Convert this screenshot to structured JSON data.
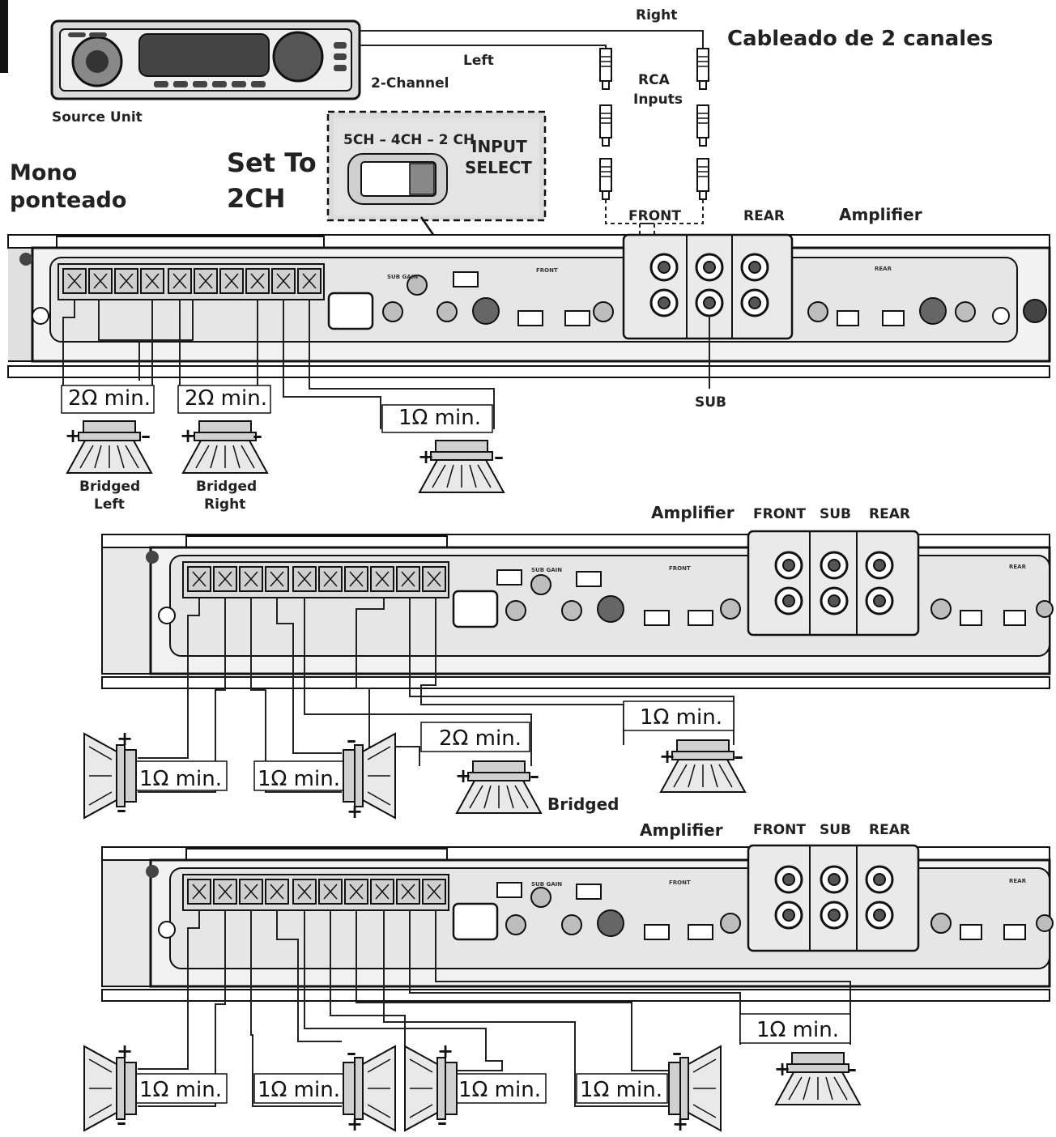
{
  "title": "Cableado de 2 canales",
  "source_unit": "Source Unit",
  "channel_mode": "2-Channel",
  "left_label": "Left",
  "right_label": "Right",
  "rca_inputs": "RCA\nInputs",
  "mono_label": "Mono\nponteado",
  "set_to": "Set To\n2CH",
  "switch_positions": "5CH – 4CH – 2 CH",
  "input_select": "INPUT\nSELECT",
  "amplifier": "Amplifier",
  "front": "FRONT",
  "rear": "REAR",
  "sub": "SUB",
  "diagram1": {
    "loads": [
      {
        "label": "2Ω min.",
        "caption": "Bridged\nLeft"
      },
      {
        "label": "2Ω min.",
        "caption": "Bridged\nRight"
      },
      {
        "label": "1Ω min.",
        "caption": ""
      }
    ]
  },
  "diagram2": {
    "loads": [
      {
        "label": "1Ω min."
      },
      {
        "label": "1Ω min."
      },
      {
        "label": "2Ω min.",
        "caption": "Bridged"
      },
      {
        "label": "1Ω min."
      }
    ]
  },
  "diagram3": {
    "loads": [
      {
        "label": "1Ω min."
      },
      {
        "label": "1Ω min."
      },
      {
        "label": "1Ω min."
      },
      {
        "label": "1Ω min."
      },
      {
        "label": "1Ω min."
      }
    ]
  },
  "plus": "+",
  "minus": "–"
}
